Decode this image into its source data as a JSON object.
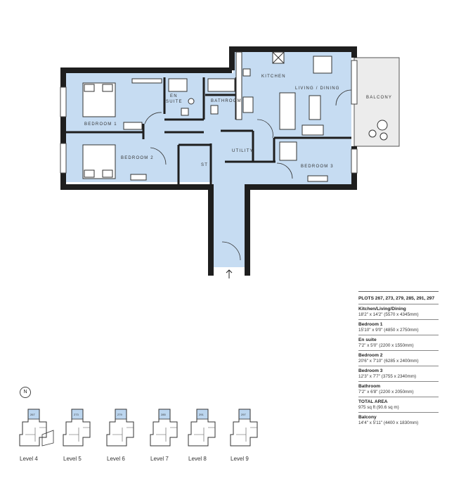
{
  "rooms": {
    "kitchen": "KITCHEN",
    "living": "LIVING / DINING",
    "balcony": "BALCONY",
    "en_suite_1": "EN",
    "en_suite_2": "SUITE",
    "bathroom": "BATHROOM",
    "bedroom1": "BEDROOM 1",
    "bedroom2": "BEDROOM 2",
    "bedroom3": "BEDROOM 3",
    "utility": "UTILITY",
    "store": "ST"
  },
  "spec": {
    "plots": "PLOTS 267, 273, 279, 285, 291, 297",
    "rows": [
      {
        "name": "Kitchen/Living/Dining",
        "dim": "18'2\" x 14'2\" (5570 x 4345mm)"
      },
      {
        "name": "Bedroom 1",
        "dim": "15'10\" x 9'0\" (4850 x 2750mm)"
      },
      {
        "name": "En suite",
        "dim": "7'2\" x 5'0\" (2200 x 1550mm)"
      },
      {
        "name": "Bedroom 2",
        "dim": "20'6\" x 7'10\" (6285 x 2400mm)"
      },
      {
        "name": "Bedroom 3",
        "dim": "12'3\" x 7'7\" (3755 x 2340mm)"
      },
      {
        "name": "Bathroom",
        "dim": "7'2\" x 6'8\" (2200 x 2050mm)"
      },
      {
        "name": "TOTAL AREA",
        "dim": "975 sq ft (90.6 sq m)"
      },
      {
        "name": "Balcony",
        "dim": "14'4\" x 5'11\" (4400 x 1830mm)"
      }
    ]
  },
  "compass": "N",
  "levels": [
    {
      "label": "Level 4",
      "plot": "267"
    },
    {
      "label": "Level 5",
      "plot": "273"
    },
    {
      "label": "Level 6",
      "plot": "279"
    },
    {
      "label": "Level 7",
      "plot": "285"
    },
    {
      "label": "Level 8",
      "plot": "291"
    },
    {
      "label": "Level 9",
      "plot": "297"
    }
  ],
  "colors": {
    "floor": "#c6dcf2",
    "wall": "#1e1e1e",
    "balcony": "#ececec"
  }
}
